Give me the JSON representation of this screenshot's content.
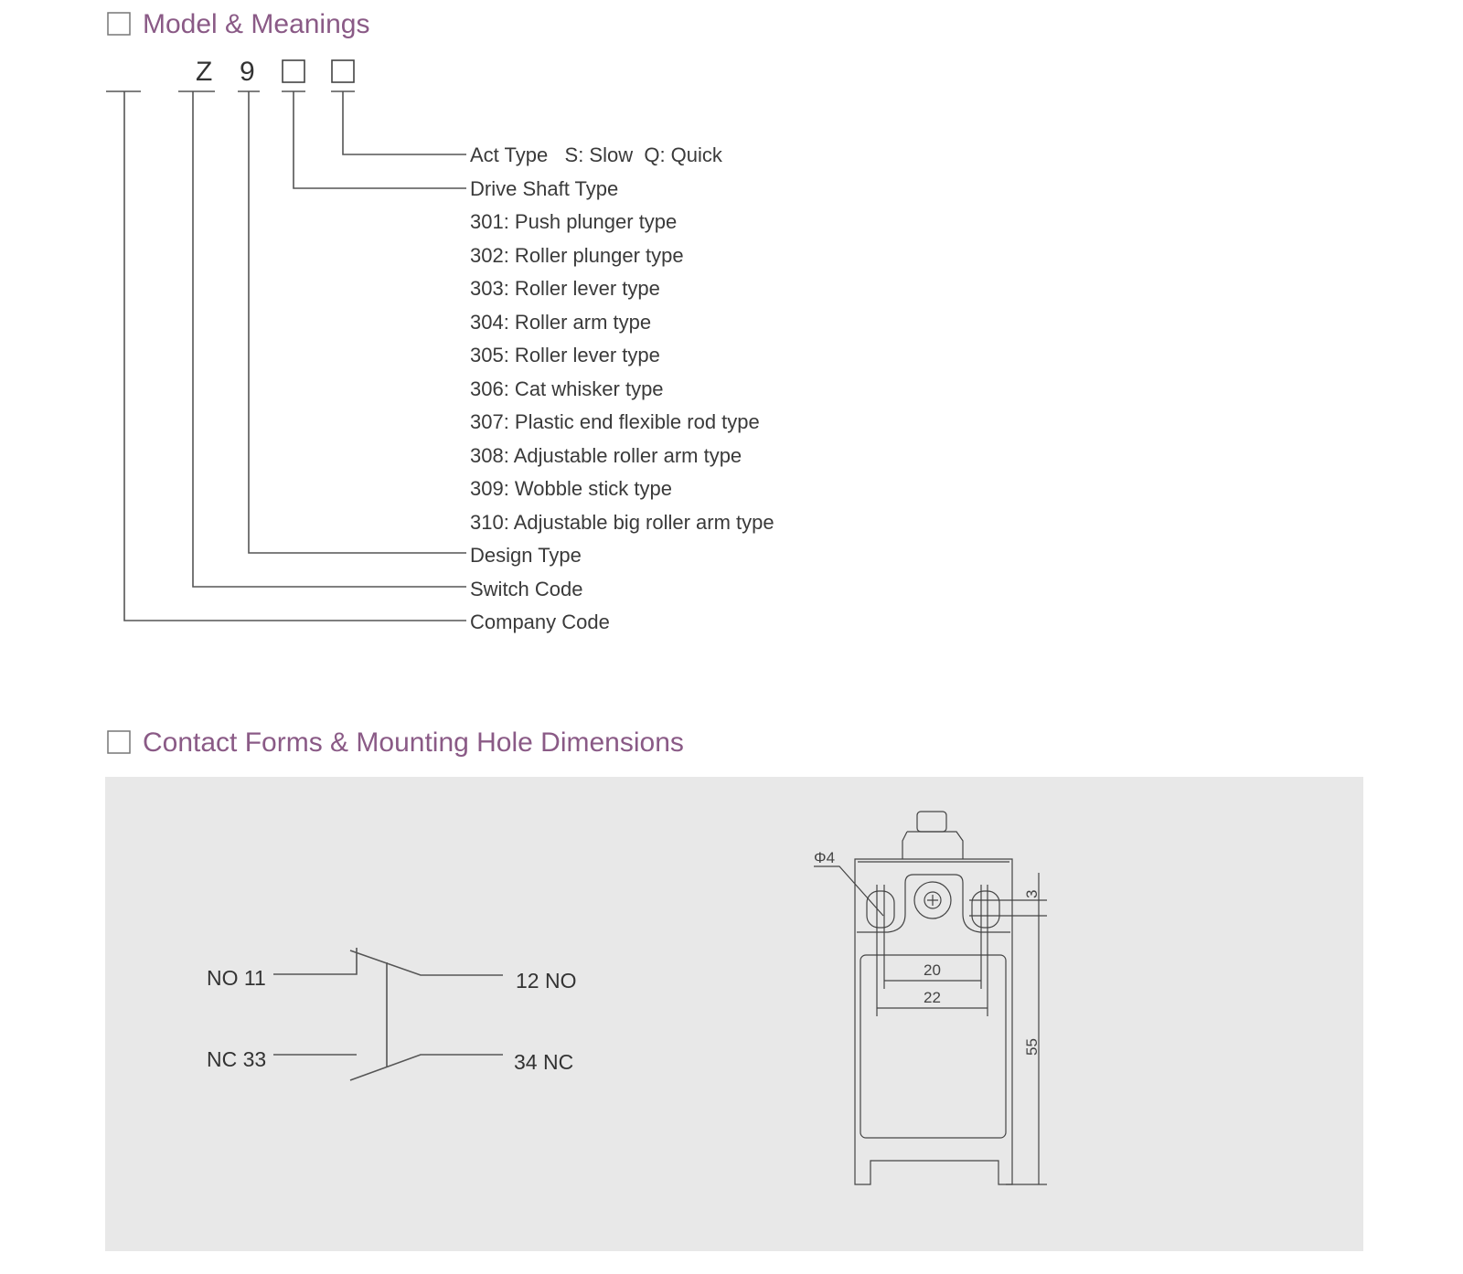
{
  "section1": {
    "title": "Model & Meanings",
    "code_chars": [
      "Z",
      "9"
    ],
    "items": [
      "Act Type   S: Slow  Q: Quick",
      "Drive Shaft Type",
      "301: Push plunger type",
      "302: Roller plunger type",
      "303: Roller lever type",
      "304: Roller arm type",
      "305: Roller lever type",
      "306: Cat whisker type",
      "307: Plastic end flexible rod type",
      "308: Adjustable roller arm type",
      "309: Wobble stick type",
      "310: Adjustable big roller arm type",
      "Design Type",
      "Switch Code",
      "Company Code"
    ]
  },
  "section2": {
    "title": "Contact Forms & Mounting Hole Dimensions",
    "contacts": {
      "no_left": "NO 11",
      "no_right": "12 NO",
      "nc_left": "NC 33",
      "nc_right": "34 NC"
    },
    "dimensions": {
      "hole": "Φ4",
      "d20": "20",
      "d22": "22",
      "d3": "3",
      "d55": "55"
    }
  },
  "colors": {
    "heading": "#8a5a86",
    "panel": "#e8e8e8"
  }
}
